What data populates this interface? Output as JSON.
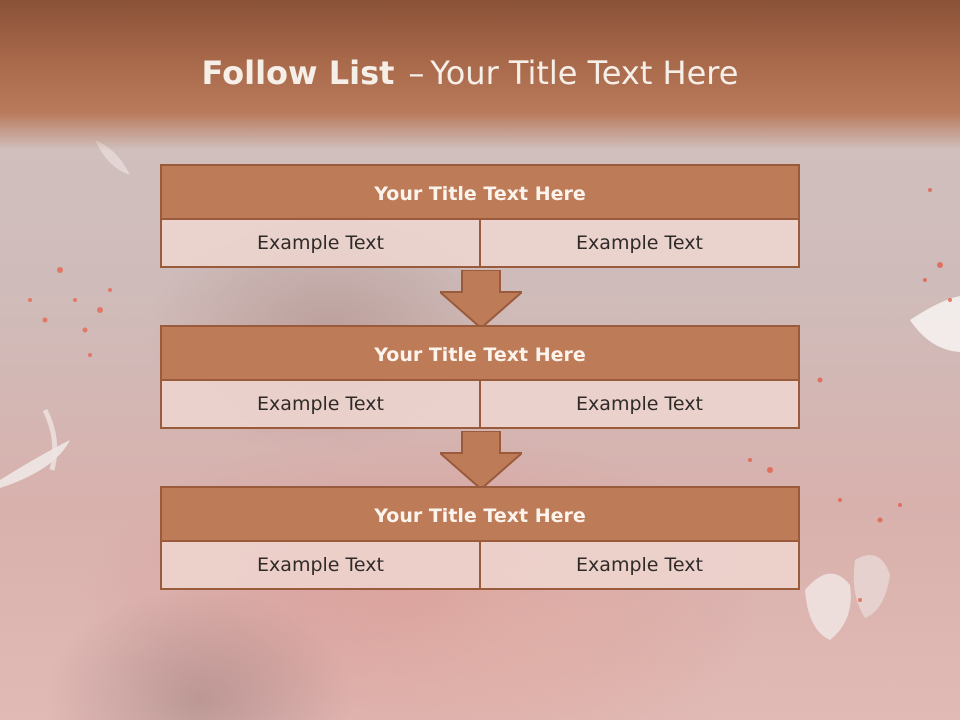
{
  "slide": {
    "title_bold": "Follow List",
    "title_separator": "–",
    "title_rest": "Your Title Text Here"
  },
  "boxes": [
    {
      "title": "Your Title Text Here",
      "left": "Example Text",
      "right": "Example Text"
    },
    {
      "title": "Your Title Text Here",
      "left": "Example Text",
      "right": "Example Text"
    },
    {
      "title": "Your Title Text Here",
      "left": "Example Text",
      "right": "Example Text"
    }
  ],
  "colors": {
    "header": "#a8684a",
    "box_title_fill": "#bd7b58",
    "box_border": "#9a5a3c",
    "cell_fill": "#eed6d0",
    "arrow_fill": "#bd7b58"
  }
}
